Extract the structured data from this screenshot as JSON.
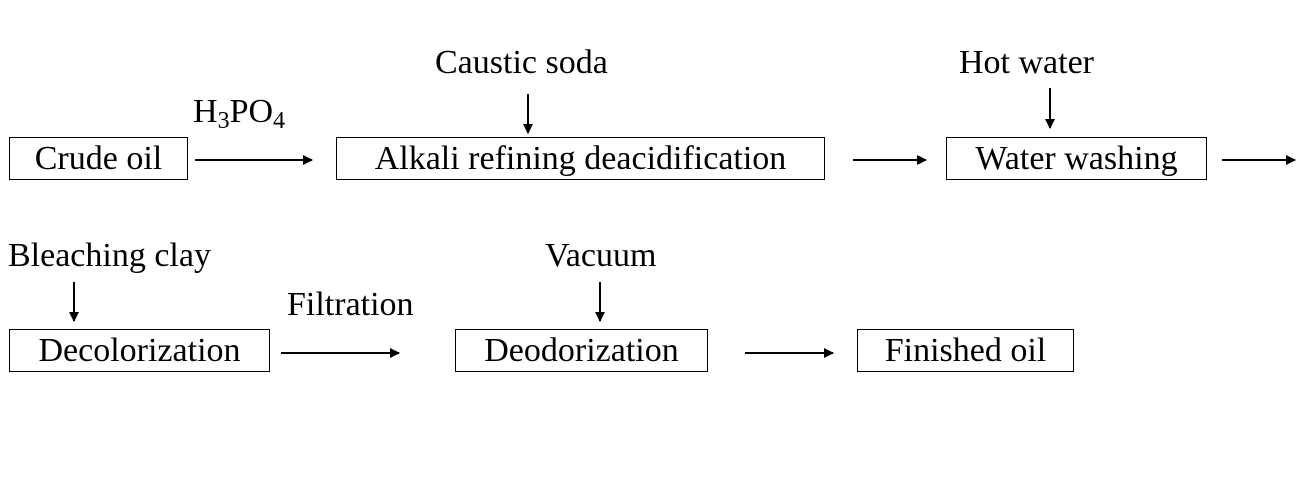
{
  "row1": {
    "crude_oil": "Crude oil",
    "alkali_refining": "Alkali refining deacidification",
    "water_washing": "Water washing"
  },
  "row2": {
    "decolorization": "Decolorization",
    "deodorization": "Deodorization",
    "finished_oil": "Finished oil"
  },
  "inputs": {
    "h3po4_h": "H",
    "h3po4_3": "3",
    "h3po4_po": "PO",
    "h3po4_4": "4",
    "caustic_soda": "Caustic soda",
    "hot_water": "Hot water",
    "bleaching_clay": "Bleaching clay",
    "filtration": "Filtration",
    "vacuum": "Vacuum"
  }
}
